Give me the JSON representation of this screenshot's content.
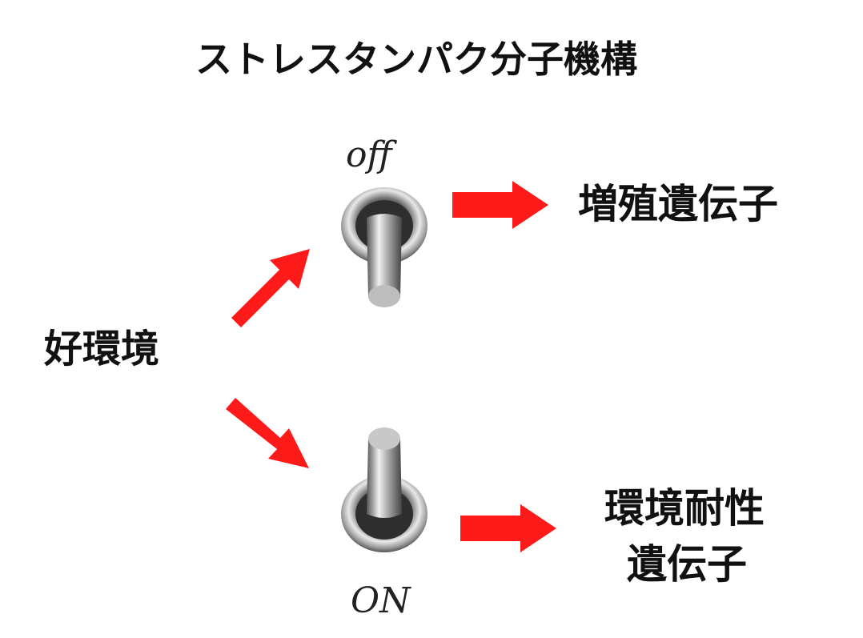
{
  "title": "ストレスタンパク分子機構",
  "input_label": "好環境",
  "switch_off": {
    "label": "off",
    "state": "off"
  },
  "switch_on": {
    "label": "ON",
    "state": "on"
  },
  "output_off": "増殖遺伝子",
  "output_on": {
    "line1": "環境耐性",
    "line2": "遺伝子"
  },
  "colors": {
    "arrow": "#ff1a1a",
    "text": "#111111"
  }
}
